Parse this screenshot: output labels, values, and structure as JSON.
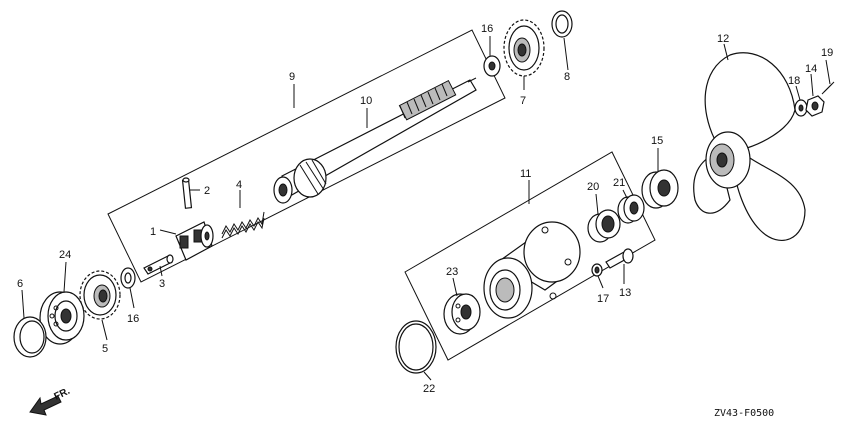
{
  "drawing_code": "ZV43-F0500",
  "direction_label": "FR.",
  "callouts": {
    "c1": "1",
    "c2": "2",
    "c3": "3",
    "c4": "4",
    "c5": "5",
    "c6": "6",
    "c7": "7",
    "c8": "8",
    "c9": "9",
    "c10": "10",
    "c11": "11",
    "c12": "12",
    "c13": "13",
    "c14": "14",
    "c15": "15",
    "c16a": "16",
    "c16b": "16",
    "c17": "17",
    "c18": "18",
    "c19": "19",
    "c20": "20",
    "c21": "21",
    "c22": "22",
    "c23": "23",
    "c24": "24"
  }
}
